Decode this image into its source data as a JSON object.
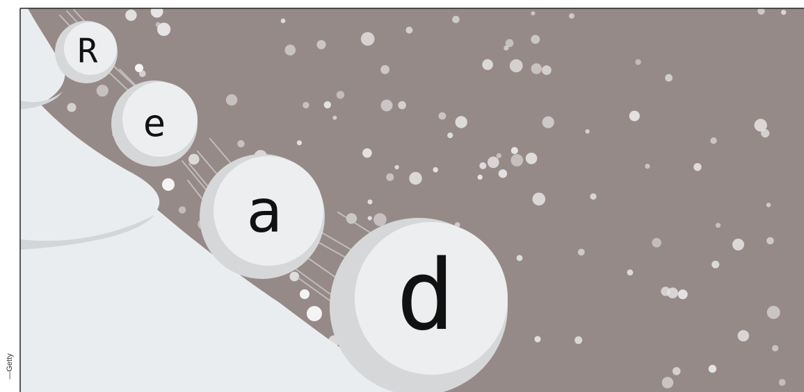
{
  "image": {
    "description_free": true,
    "letters": [
      "R",
      "e",
      "a",
      "d"
    ],
    "credit": "—Getty",
    "colors": {
      "background": "#968a89",
      "snow": "#eceef0",
      "ball_shadow": "#d6d7d9",
      "flakes": "#e4e4e4",
      "frame_border": "#222222"
    }
  }
}
